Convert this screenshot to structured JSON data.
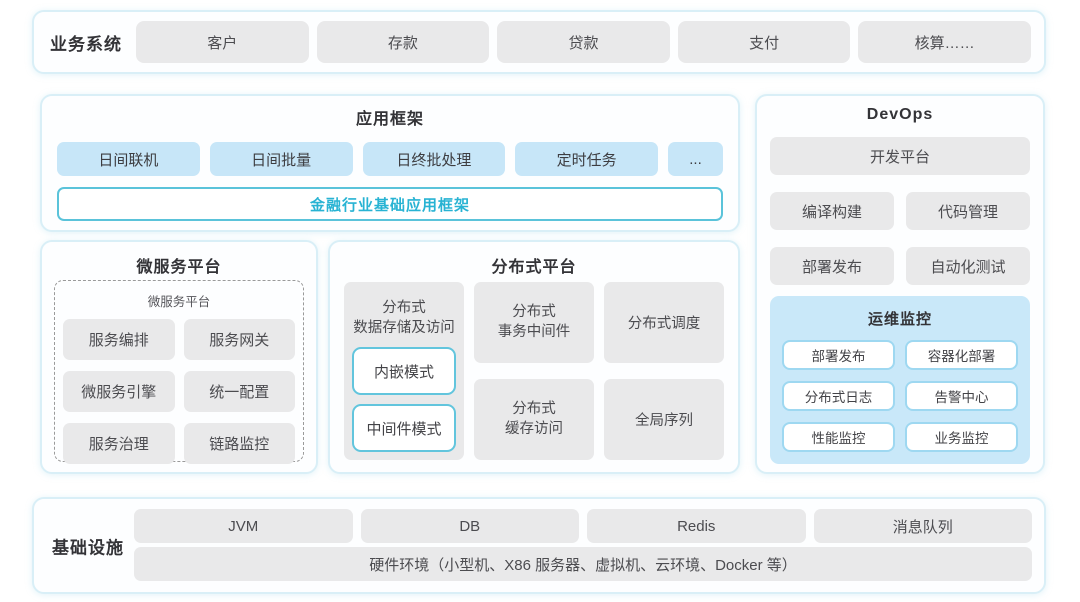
{
  "colors": {
    "accent_teal": "#28b3d3",
    "teal_border": "#5ac3da",
    "light_blue_box": "#c7e6f8",
    "monitor_panel_bg": "#c9e8f9",
    "monitor_box_border": "#9ed8f1",
    "gray_box": "#e9e9ea",
    "panel_border": "#d9eff7"
  },
  "business_systems": {
    "label": "业务系统",
    "items": [
      "客户",
      "存款",
      "贷款",
      "支付",
      "核算……"
    ]
  },
  "app_framework": {
    "title": "应用框架",
    "items": [
      "日间联机",
      "日间批量",
      "日终批处理",
      "定时任务",
      "..."
    ],
    "base": "金融行业基础应用框架"
  },
  "microservice": {
    "title": "微服务平台",
    "inner_title": "微服务平台",
    "items": [
      "服务编排",
      "服务网关",
      "微服务引擎",
      "统一配置",
      "服务治理",
      "链路监控"
    ]
  },
  "distributed": {
    "title": "分布式平台",
    "storage_label": "分布式\n数据存储及访问",
    "storage_modes": [
      "内嵌模式",
      "中间件模式"
    ],
    "transaction": "分布式\n事务中间件",
    "cache": "分布式\n缓存访问",
    "scheduler": "分布式调度",
    "sequence": "全局序列"
  },
  "devops": {
    "title": "DevOps",
    "platform": "开发平台",
    "tools": [
      "编译构建",
      "代码管理",
      "部署发布",
      "自动化测试"
    ],
    "monitoring": {
      "title": "运维监控",
      "items": [
        "部署发布",
        "容器化部署",
        "分布式日志",
        "告警中心",
        "性能监控",
        "业务监控"
      ]
    }
  },
  "infrastructure": {
    "label": "基础设施",
    "items": [
      "JVM",
      "DB",
      "Redis",
      "消息队列"
    ],
    "hardware": "硬件环境（小型机、X86 服务器、虚拟机、云环境、Docker 等）"
  }
}
